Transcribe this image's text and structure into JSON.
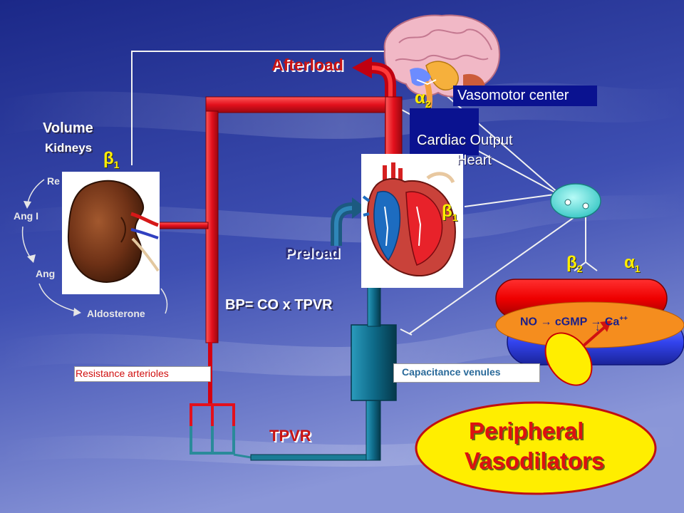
{
  "slide": {
    "afterload": "Afterload",
    "preload": "Preload",
    "volume": "Volume",
    "kidneys": "Kidneys",
    "renin_partial": "Re",
    "ang1": "Ang I",
    "ang2_partial": "Ang",
    "aldosterone": "Aldosterone",
    "vasomotor_center": "Vasomotor center",
    "cardiac_output": "Cardiac Output",
    "heart": "Heart",
    "bp_equation": "BP= CO x TPVR",
    "resistance_arterioles": "Resistance arterioles",
    "capacitance_venules": "Capacitance venules",
    "tpvr": "TPVR",
    "receptors": {
      "alpha2": {
        "sym": "α",
        "sub": "2"
      },
      "beta1_kidney": {
        "sym": "β",
        "sub": "1"
      },
      "beta1_heart": {
        "sym": "β",
        "sub": "1"
      },
      "beta2": {
        "sym": "β",
        "sub": "2"
      },
      "alpha1": {
        "sym": "α",
        "sub": "1"
      }
    },
    "pathway": {
      "no": "NO",
      "arrow1": "→",
      "cgmp": "cGMP",
      "arrow2": "→",
      "ca": "Ca",
      "ca_charge": "++"
    },
    "title_line1": "Peripheral",
    "title_line2": "Vasodilators"
  },
  "colors": {
    "background_top": "#1d2a8a",
    "background_bottom": "#7d8ad2",
    "artery_red": "#e3101c",
    "vein_teal": "#0e6a88",
    "afterload_text": "#c81414",
    "preload_text": "#2b2e7a",
    "label_box_blue": "#0a1290",
    "title_yellow": "#ffee00",
    "title_red": "#dd1111",
    "ganglion_cyan": "#48d6d2"
  }
}
